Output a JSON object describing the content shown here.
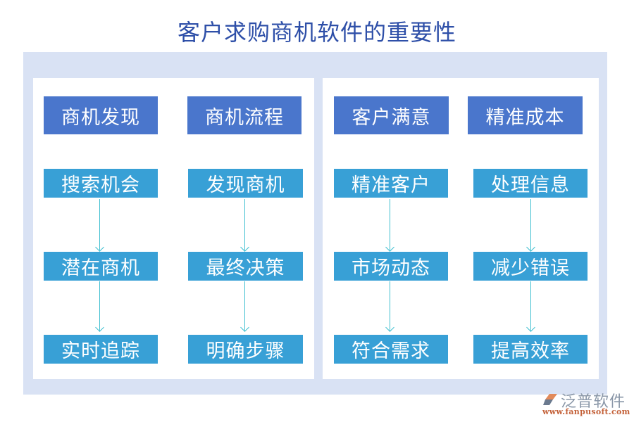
{
  "title": "客户求购商机软件的重要性",
  "columns": [
    {
      "header": "商机发现",
      "steps": [
        "搜索机会",
        "潜在商机",
        "实时追踪"
      ]
    },
    {
      "header": "商机流程",
      "steps": [
        "发现商机",
        "最终决策",
        "明确步骤"
      ]
    },
    {
      "header": "客户满意",
      "steps": [
        "精准客户",
        "市场动态",
        "符合需求"
      ]
    },
    {
      "header": "精准成本",
      "steps": [
        "处理信息",
        "减少错误",
        "提高效率"
      ]
    }
  ],
  "colors": {
    "title": "#2e4fa8",
    "frame": "#d9e2f4",
    "header_box": "#4a76cc",
    "step_box": "#38a0d6",
    "arrow": "#3fbfd0"
  },
  "logo": {
    "name": "泛普软件",
    "url": "www.fanpusoft.com"
  }
}
